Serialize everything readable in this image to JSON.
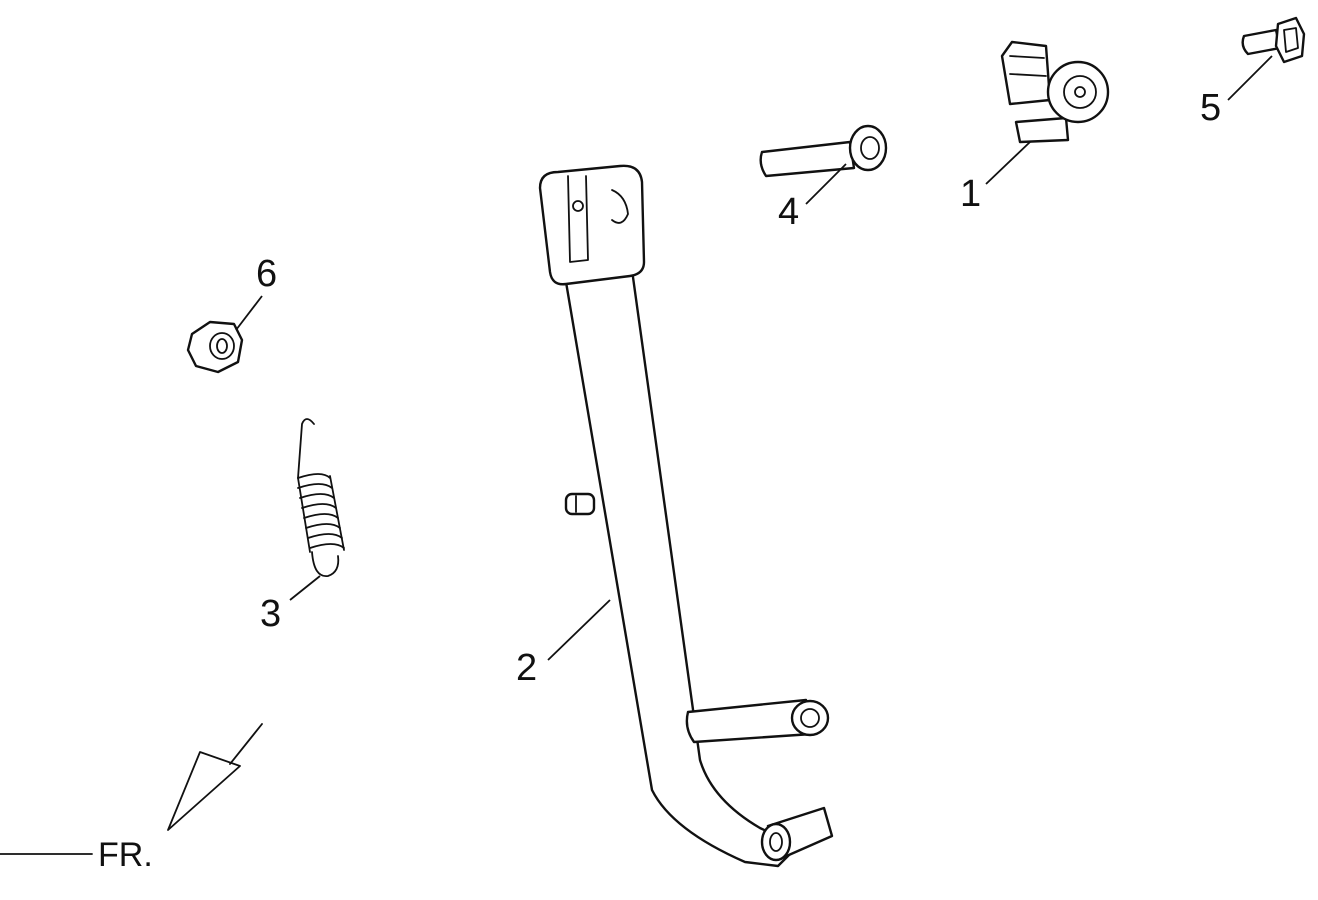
{
  "callouts": [
    {
      "id": "1",
      "label": "1"
    },
    {
      "id": "2",
      "label": "2"
    },
    {
      "id": "3",
      "label": "3"
    },
    {
      "id": "4",
      "label": "4"
    },
    {
      "id": "5",
      "label": "5"
    },
    {
      "id": "6",
      "label": "6"
    }
  ],
  "direction_label": "FR.",
  "colors": {
    "line": "#111111",
    "background": "#ffffff"
  }
}
